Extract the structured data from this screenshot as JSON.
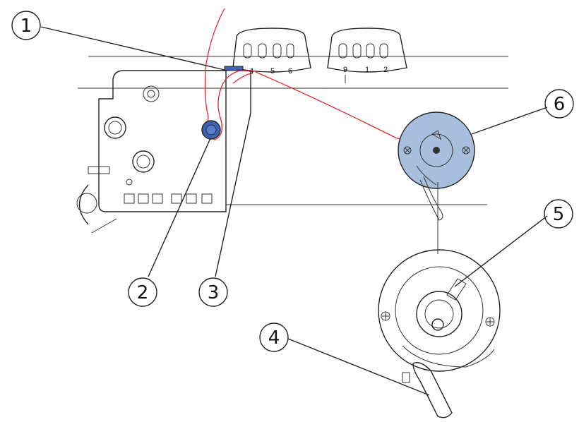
{
  "callouts": [
    {
      "label": "1",
      "part": "thread-guide"
    },
    {
      "label": "2",
      "part": "tension-disc"
    },
    {
      "label": "3",
      "part": "take-up-guide"
    },
    {
      "label": "4",
      "part": "bobbin-case-latch"
    },
    {
      "label": "5",
      "part": "bobbin-case"
    },
    {
      "label": "6",
      "part": "bobbin-case-enlarged"
    }
  ],
  "dials": {
    "left": [
      "4",
      "5",
      "6"
    ],
    "right": [
      "9",
      "1",
      "2"
    ]
  },
  "colors": {
    "thread": "#e0282e",
    "highlight": "#a7bfdc",
    "tension_knob": "#3f63b0",
    "line": "#222222"
  }
}
